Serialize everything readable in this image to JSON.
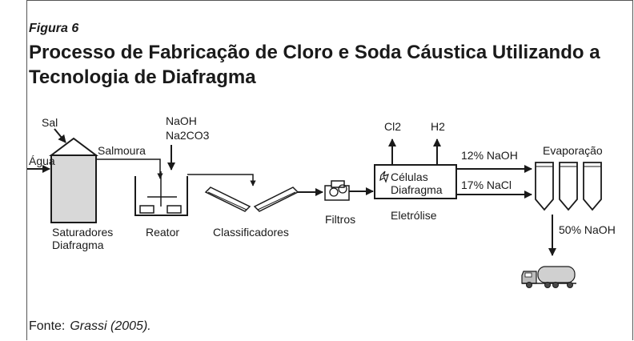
{
  "figure": {
    "label": "Figura 6",
    "title": "Processo de Fabricação de Cloro e Soda Cáustica Utilizando a Tecnologia de Diafragma"
  },
  "diagram": {
    "inputs": {
      "sal": "Sal",
      "agua": "Água",
      "salmoura": "Salmoura",
      "naoh": "NaOH",
      "na2co3": "Na2CO3"
    },
    "units": {
      "saturadores_line1": "Saturadores",
      "saturadores_line2": "Diafragma",
      "reator": "Reator",
      "classificadores": "Classificadores",
      "filtros": "Filtros",
      "celulas_line1": "Células",
      "celulas_line2": "Diafragma",
      "eletrolise": "Eletrólise",
      "evaporacao": "Evaporação"
    },
    "outputs": {
      "cl2": "Cl2",
      "h2": "H2",
      "naoh_12": "12% NaOH",
      "nacl_17": "17% NaCl",
      "naoh_50": "50% NaOH"
    }
  },
  "source": {
    "prefix": "Fonte:",
    "reference": "Grassi (2005)."
  }
}
